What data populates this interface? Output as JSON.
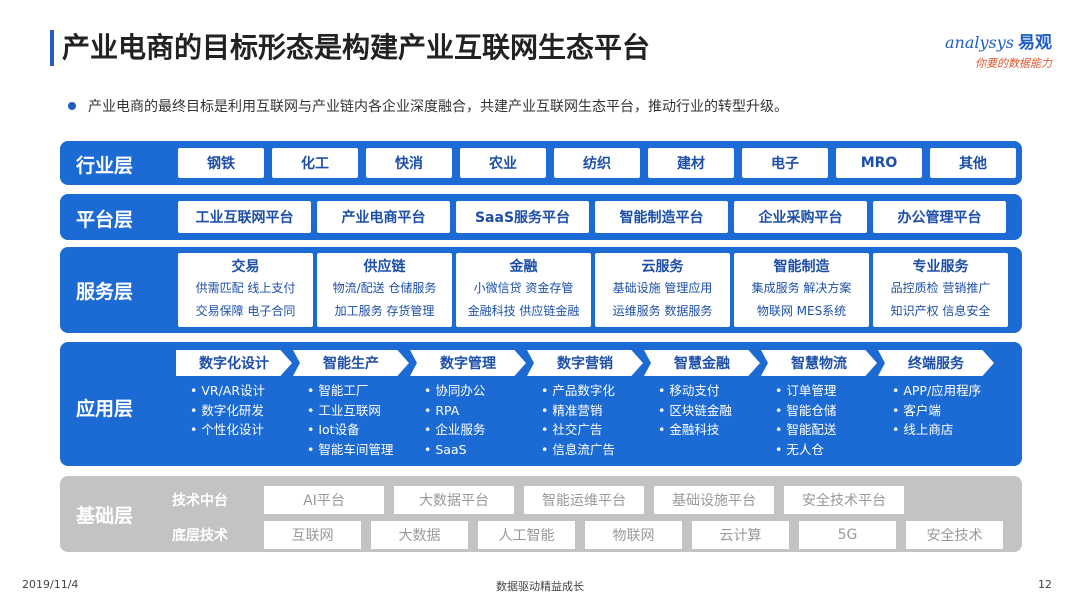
{
  "header": {
    "title": "产业电商的目标形态是构建产业互联网生态平台",
    "logo_en": "analysys",
    "logo_cn": "易观",
    "logo_slogan": "你要的数据能力"
  },
  "bullet": "产业电商的最终目标是利用互联网与产业链内各企业深度融合，共建产业互联网生态平台，推动行业的转型升级。",
  "industry": {
    "label": "行业层",
    "items": [
      "钢铁",
      "化工",
      "快消",
      "农业",
      "纺织",
      "建材",
      "电子",
      "MRO",
      "其他"
    ]
  },
  "platform": {
    "label": "平台层",
    "items": [
      "工业互联网平台",
      "产业电商平台",
      "SaaS服务平台",
      "智能制造平台",
      "企业采购平台",
      "办公管理平台"
    ]
  },
  "service": {
    "label": "服务层",
    "items": [
      {
        "title": "交易",
        "line1": "供需匹配  线上支付",
        "line2": "交易保障  电子合同"
      },
      {
        "title": "供应链",
        "line1": "物流/配送 仓储服务",
        "line2": "加工服务 存货管理"
      },
      {
        "title": "金融",
        "line1": "小微信贷 资金存管",
        "line2": "金融科技 供应链金融"
      },
      {
        "title": "云服务",
        "line1": "基础设施 管理应用",
        "line2": "运维服务 数据服务"
      },
      {
        "title": "智能制造",
        "line1": "集成服务  解决方案",
        "line2": "物联网  MES系统"
      },
      {
        "title": "专业服务",
        "line1": "品控质检  营销推广",
        "line2": "知识产权  信息安全"
      }
    ]
  },
  "application": {
    "label": "应用层",
    "cols": [
      {
        "title": "数字化设计",
        "items": [
          "• VR/AR设计",
          "• 数字化研发",
          "• 个性化设计"
        ]
      },
      {
        "title": "智能生产",
        "items": [
          "• 智能工厂",
          "• 工业互联网",
          "• Iot设备",
          "• 智能车间管理"
        ]
      },
      {
        "title": "数字管理",
        "items": [
          "• 协同办公",
          "• RPA",
          "• 企业服务",
          "• SaaS"
        ]
      },
      {
        "title": "数字营销",
        "items": [
          "• 产品数字化",
          "• 精准营销",
          "• 社交广告",
          "• 信息流广告"
        ]
      },
      {
        "title": "智慧金融",
        "items": [
          "• 移动支付",
          "• 区块链金融",
          "• 金融科技"
        ]
      },
      {
        "title": "智慧物流",
        "items": [
          "• 订单管理",
          "• 智能仓储",
          "• 智能配送",
          "• 无人仓"
        ]
      },
      {
        "title": "终端服务",
        "items": [
          "• APP/应用程序",
          "• 客户端",
          "• 线上商店"
        ]
      }
    ]
  },
  "infrastructure": {
    "label": "基础层",
    "tech_label": "技术中台",
    "tech_items": [
      "AI平台",
      "大数据平台",
      "智能运维平台",
      "基础设施平台",
      "安全技术平台"
    ],
    "base_label": "底层技术",
    "base_items": [
      "互联网",
      "大数据",
      "人工智能",
      "物联网",
      "云计算",
      "5G",
      "安全技术"
    ]
  },
  "footer": {
    "date": "2019/11/4",
    "slogan": "数据驱动精益成长",
    "page": "12"
  }
}
